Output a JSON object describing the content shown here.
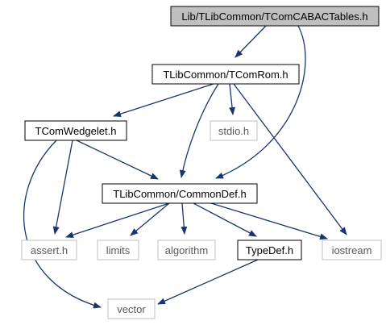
{
  "graph": {
    "nodes": [
      {
        "id": "tcomcabactables",
        "label": "Lib/TLibCommon/TComCABACTables.h",
        "style": "root"
      },
      {
        "id": "tcomrom",
        "label": "TLibCommon/TComRom.h",
        "style": "file"
      },
      {
        "id": "tcomwedgelet",
        "label": "TComWedgelet.h",
        "style": "file"
      },
      {
        "id": "stdio",
        "label": "stdio.h",
        "style": "external"
      },
      {
        "id": "commondef",
        "label": "TLibCommon/CommonDef.h",
        "style": "file"
      },
      {
        "id": "assert",
        "label": "assert.h",
        "style": "external"
      },
      {
        "id": "limits",
        "label": "limits",
        "style": "external"
      },
      {
        "id": "algorithm",
        "label": "algorithm",
        "style": "external"
      },
      {
        "id": "typedef",
        "label": "TypeDef.h",
        "style": "file"
      },
      {
        "id": "iostream",
        "label": "iostream",
        "style": "external"
      },
      {
        "id": "vector",
        "label": "vector",
        "style": "external"
      }
    ],
    "edges": [
      {
        "from": "tcomcabactables",
        "to": "tcomrom"
      },
      {
        "from": "tcomcabactables",
        "to": "commondef"
      },
      {
        "from": "tcomrom",
        "to": "tcomwedgelet"
      },
      {
        "from": "tcomrom",
        "to": "stdio"
      },
      {
        "from": "tcomrom",
        "to": "commondef"
      },
      {
        "from": "tcomrom",
        "to": "iostream"
      },
      {
        "from": "tcomwedgelet",
        "to": "commondef"
      },
      {
        "from": "tcomwedgelet",
        "to": "assert"
      },
      {
        "from": "tcomwedgelet",
        "to": "vector"
      },
      {
        "from": "commondef",
        "to": "assert"
      },
      {
        "from": "commondef",
        "to": "limits"
      },
      {
        "from": "commondef",
        "to": "algorithm"
      },
      {
        "from": "commondef",
        "to": "typedef"
      },
      {
        "from": "commondef",
        "to": "iostream"
      },
      {
        "from": "typedef",
        "to": "vector"
      }
    ],
    "colors": {
      "edge": "#1a3470",
      "root_fill": "#bfbfbf",
      "file_border": "#000000",
      "external_border": "#bfbfbf",
      "background": "#ffffff"
    }
  }
}
